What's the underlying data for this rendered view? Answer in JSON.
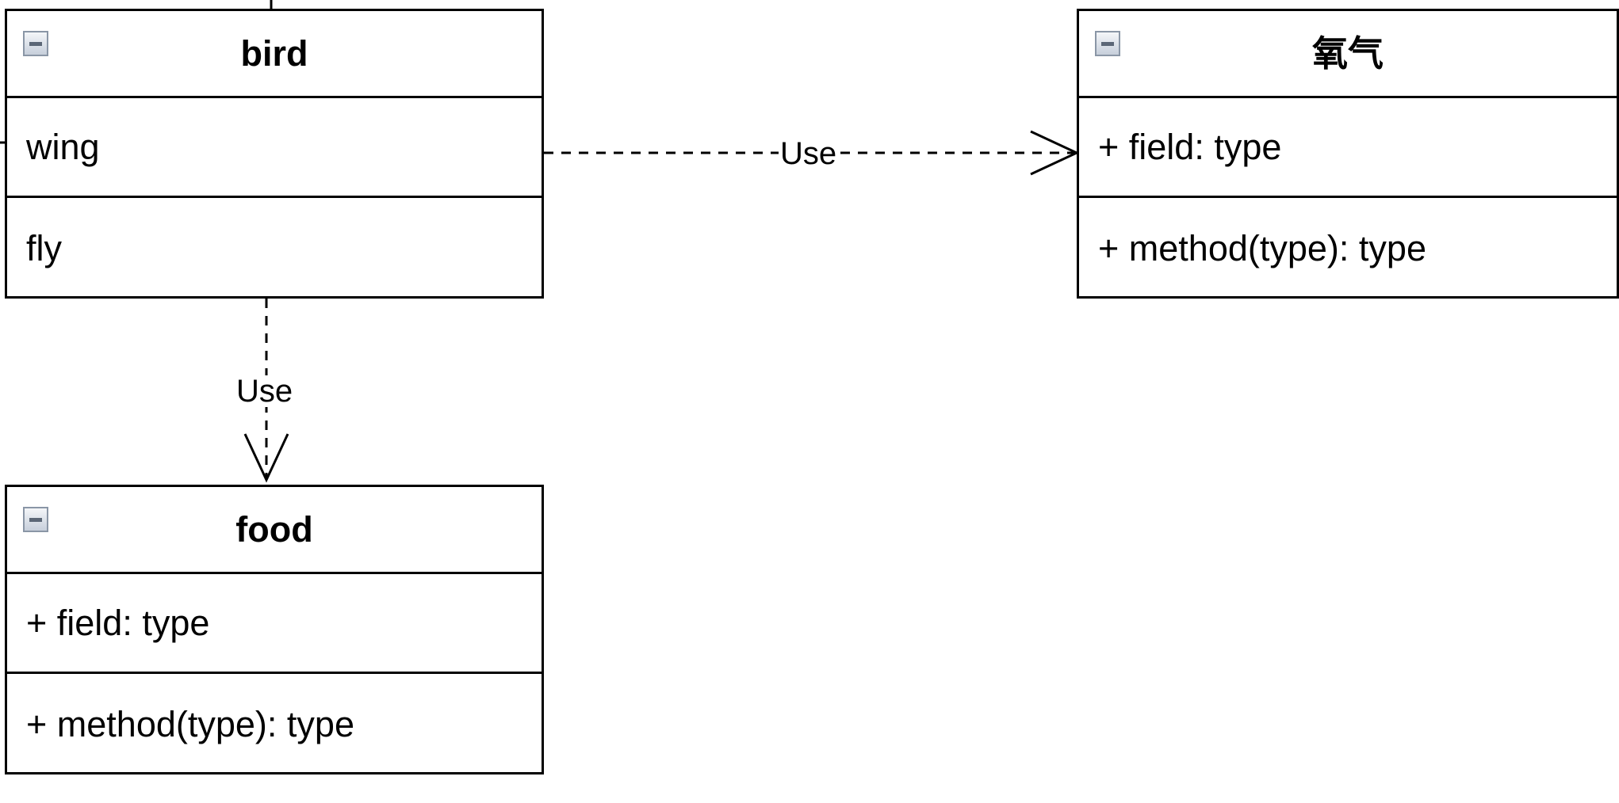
{
  "diagram": {
    "classes": [
      {
        "id": "bird",
        "name": "bird",
        "attributes": [
          "wing"
        ],
        "operations": [
          "fly"
        ]
      },
      {
        "id": "oxygen",
        "name": "氧气",
        "attributes": [
          "+ field: type"
        ],
        "operations": [
          "+ method(type): type"
        ]
      },
      {
        "id": "food",
        "name": "food",
        "attributes": [
          "+ field: type"
        ],
        "operations": [
          "+ method(type): type"
        ]
      }
    ],
    "relationships": [
      {
        "from": "bird",
        "to": "氧气",
        "type": "dependency",
        "label": "Use"
      },
      {
        "from": "bird",
        "to": "food",
        "type": "dependency",
        "label": "Use"
      }
    ]
  }
}
